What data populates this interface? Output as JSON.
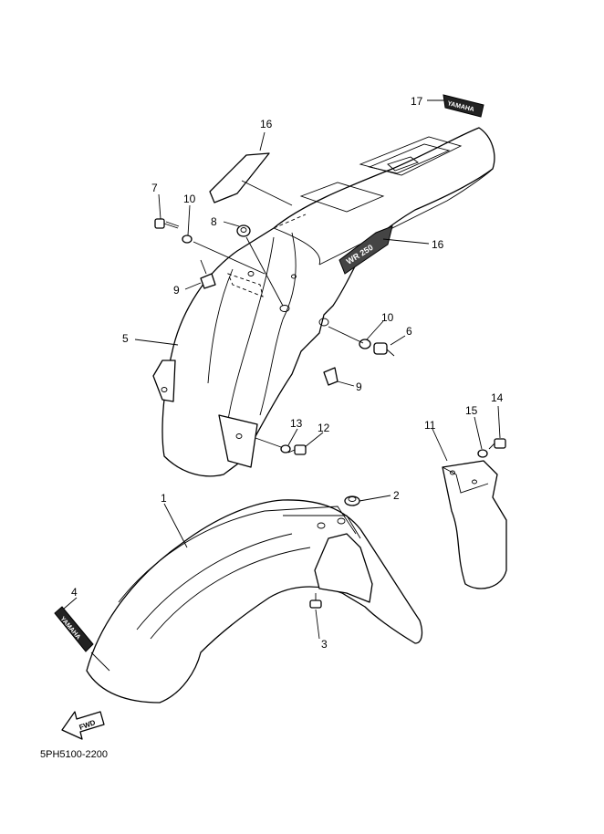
{
  "callouts": {
    "c1": "1",
    "c2": "2",
    "c3": "3",
    "c4": "4",
    "c5": "5",
    "c6": "6",
    "c7": "7",
    "c8": "8",
    "c9a": "9",
    "c9b": "9",
    "c10a": "10",
    "c10b": "10",
    "c11": "11",
    "c12": "12",
    "c13": "13",
    "c14": "14",
    "c15": "15",
    "c16a": "16",
    "c16b": "16",
    "c17": "17"
  },
  "decals": {
    "front_fender": "YAMAHA",
    "rear_fender_side": "WR 250",
    "rear_fender_tail": "YAMAHA",
    "direction_arrow": "FWD"
  },
  "diagram_code": "5PH5100-2200"
}
